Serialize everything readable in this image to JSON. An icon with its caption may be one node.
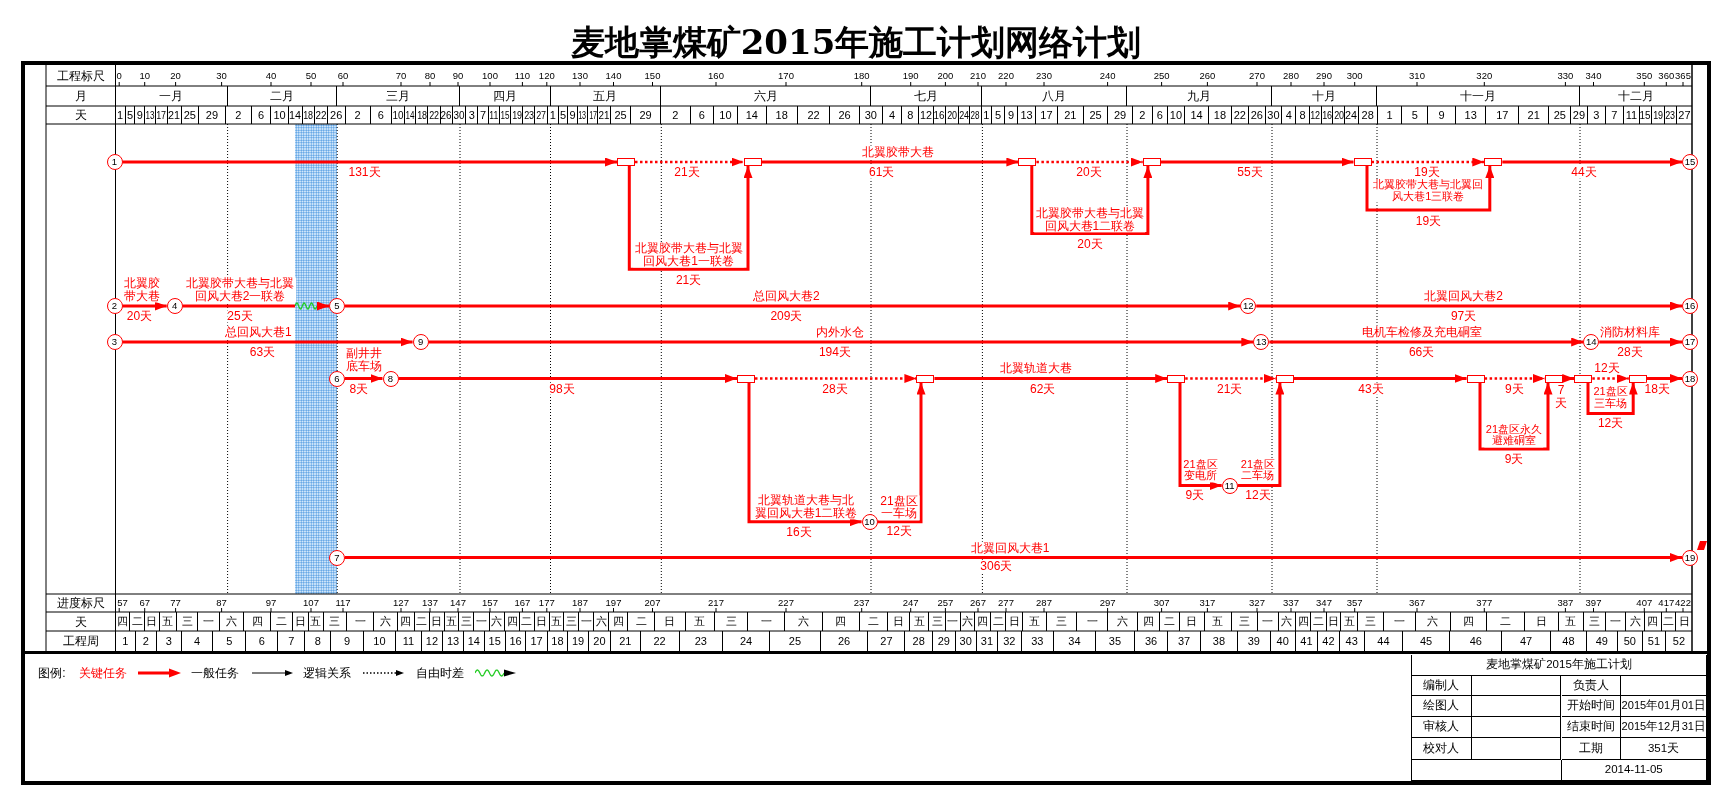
{
  "diagram": {
    "title": "麦地掌煤矿2015年施工计划网络计划",
    "nodes": [
      {
        "text": [
          "1"
        ]
      },
      {
        "text": [
          "2"
        ]
      },
      {
        "text": [
          "3"
        ]
      },
      {
        "text": [
          "4"
        ]
      },
      {
        "text": [
          "5"
        ]
      },
      {
        "text": [
          "6"
        ]
      },
      {
        "text": [
          "7"
        ]
      },
      {
        "text": [
          "8"
        ]
      },
      {
        "text": [
          "9"
        ]
      },
      {
        "text": [
          "10"
        ]
      },
      {
        "text": [
          "11"
        ]
      },
      {
        "text": [
          "12"
        ]
      },
      {
        "text": [
          "13"
        ]
      },
      {
        "text": [
          "14"
        ]
      },
      {
        "text": [
          "15"
        ]
      },
      {
        "text": [
          "16"
        ]
      },
      {
        "text": [
          "17"
        ]
      },
      {
        "text": [
          "18"
        ]
      },
      {
        "text": [
          "19"
        ]
      },
      {
        "text": [],
        "shape": "box"
      },
      {
        "text": [],
        "shape": "box"
      },
      {
        "text": [],
        "shape": "box"
      },
      {
        "text": [],
        "shape": "box"
      },
      {
        "text": [],
        "shape": "box"
      },
      {
        "text": [],
        "shape": "box"
      },
      {
        "text": [],
        "shape": "box"
      },
      {
        "text": [],
        "shape": "box"
      },
      {
        "text": [],
        "shape": "box"
      },
      {
        "text": [],
        "shape": "box"
      },
      {
        "text": [],
        "shape": "box"
      },
      {
        "text": [],
        "shape": "box"
      },
      {
        "text": [],
        "shape": "box"
      },
      {
        "text": [],
        "shape": "box"
      }
    ],
    "edges": [
      {
        "from": 0,
        "to": 19,
        "arrow": "to",
        "label": "131天"
      },
      {
        "from": 19,
        "to": 20,
        "arrow": "to",
        "style": "dashed",
        "label": "21天"
      },
      {
        "from": 19,
        "to": 20,
        "arrow": "to",
        "label": "北翼胶带大巷与北翼回风大巷1一联卷"
      },
      {
        "from": 20,
        "to": 21,
        "arrow": "to",
        "label": "北翼胶带大巷"
      },
      {
        "from": 21,
        "to": 22,
        "arrow": "to",
        "style": "dashed",
        "label": "20天"
      },
      {
        "from": 21,
        "to": 22,
        "arrow": "to",
        "label": "北翼胶带大巷与北翼回风大巷1二联卷"
      },
      {
        "from": 22,
        "to": 23,
        "arrow": "to",
        "label": "55天"
      },
      {
        "from": 23,
        "to": 24,
        "arrow": "to",
        "style": "dashed",
        "label": "19天"
      },
      {
        "from": 23,
        "to": 24,
        "arrow": "to",
        "label": "北翼胶带大巷与北翼回风大巷1三联卷"
      },
      {
        "from": 24,
        "to": 14,
        "arrow": "to",
        "label": "44天"
      },
      {
        "from": 1,
        "to": 3,
        "arrow": "to",
        "label": "北翼胶带大巷"
      },
      {
        "from": 3,
        "to": 4,
        "arrow": "to",
        "label": "北翼胶带大巷与北翼回风大巷2一联卷"
      },
      {
        "from": 4,
        "to": 11,
        "arrow": "to",
        "label": "总回风大巷2"
      },
      {
        "from": 11,
        "to": 15,
        "arrow": "to",
        "label": "北翼回风大巷2"
      },
      {
        "from": 2,
        "to": 8,
        "arrow": "to",
        "label": "总回风大巷1"
      },
      {
        "from": 8,
        "to": 12,
        "arrow": "to",
        "label": "内外水仓"
      },
      {
        "from": 12,
        "to": 13,
        "arrow": "to",
        "label": "电机车检修及充电硐室"
      },
      {
        "from": 13,
        "to": 16,
        "arrow": "to",
        "label": "消防材料库"
      },
      {
        "from": 5,
        "to": 7,
        "arrow": "to",
        "label": "副井井底车场"
      },
      {
        "from": 7,
        "to": 25,
        "arrow": "to",
        "label": "98天"
      },
      {
        "from": 25,
        "to": 26,
        "arrow": "to",
        "style": "dashed",
        "label": "28天"
      },
      {
        "from": 25,
        "to": 9,
        "arrow": "to",
        "label": "北翼轨道大巷与北翼回风大巷1二联卷"
      },
      {
        "from": 9,
        "to": 26,
        "arrow": "to",
        "label": "21盘区一车场"
      },
      {
        "from": 26,
        "to": 27,
        "arrow": "to",
        "label": "北翼轨道大巷"
      },
      {
        "from": 27,
        "to": 28,
        "arrow": "to",
        "style": "dashed",
        "label": "21天"
      },
      {
        "from": 27,
        "to": 10,
        "arrow": "to",
        "label": "21盘区变电所"
      },
      {
        "from": 10,
        "to": 28,
        "arrow": "to",
        "label": "21盘区二车场"
      },
      {
        "from": 28,
        "to": 29,
        "arrow": "to",
        "label": "43天"
      },
      {
        "from": 29,
        "to": 30,
        "arrow": "to",
        "style": "dashed",
        "label": "9天"
      },
      {
        "from": 29,
        "to": 30,
        "arrow": "to",
        "label": "21盘区永久避难硐室"
      },
      {
        "from": 30,
        "to": 31,
        "arrow": "to",
        "label": "7天"
      },
      {
        "from": 31,
        "to": 32,
        "arrow": "to",
        "style": "dashed",
        "label": "12天"
      },
      {
        "from": 31,
        "to": 32,
        "arrow": "to",
        "label": "21盘区三车场"
      },
      {
        "from": 32,
        "to": 17,
        "arrow": "to",
        "label": "18天"
      },
      {
        "from": 6,
        "to": 18,
        "arrow": "to",
        "label": "北翼回风大巷1"
      }
    ],
    "labels": [
      "工程标尺",
      "0",
      "10",
      "20",
      "30",
      "40",
      "50",
      "60",
      "70",
      "80",
      "90",
      "100",
      "110",
      "120",
      "130",
      "140",
      "150",
      "160",
      "170",
      "180",
      "190",
      "200",
      "210",
      "220",
      "230",
      "240",
      "250",
      "260",
      "270",
      "280",
      "290",
      "300",
      "310",
      "320",
      "330",
      "340",
      "350",
      "360",
      "365",
      "月",
      "一月",
      "二月",
      "三月",
      "四月",
      "五月",
      "六月",
      "七月",
      "八月",
      "九月",
      "十月",
      "十一月",
      "十二月",
      "天",
      "1",
      "5",
      "9",
      "13",
      "17",
      "21",
      "25",
      "29",
      "2",
      "6",
      "10",
      "14",
      "18",
      "22",
      "26",
      "2",
      "6",
      "10",
      "14",
      "18",
      "22",
      "26",
      "30",
      "3",
      "7",
      "11",
      "15",
      "19",
      "23",
      "27",
      "1",
      "5",
      "9",
      "13",
      "17",
      "21",
      "25",
      "29",
      "2",
      "6",
      "10",
      "14",
      "18",
      "22",
      "26",
      "30",
      "4",
      "8",
      "12",
      "16",
      "20",
      "24",
      "28",
      "1",
      "5",
      "9",
      "13",
      "17",
      "21",
      "25",
      "29",
      "2",
      "6",
      "10",
      "14",
      "18",
      "22",
      "26",
      "30",
      "4",
      "8",
      "12",
      "16",
      "20",
      "24",
      "28",
      "1",
      "5",
      "9",
      "13",
      "17",
      "21",
      "25",
      "29",
      "3",
      "7",
      "11",
      "15",
      "19",
      "23",
      "27",
      "61天",
      "19天",
      "20天",
      "21天",
      "20天",
      "25天",
      "209天",
      "97天",
      "63天",
      "194天",
      "66天",
      "28天",
      "8天",
      "62天",
      "12天",
      "9天",
      "9天",
      "12天",
      "16天",
      "12天",
      "306天",
      "进度标尺",
      "57",
      "67",
      "77",
      "87",
      "97",
      "107",
      "117",
      "127",
      "137",
      "147",
      "157",
      "167",
      "177",
      "187",
      "197",
      "207",
      "217",
      "227",
      "237",
      "247",
      "257",
      "267",
      "277",
      "287",
      "297",
      "307",
      "317",
      "327",
      "337",
      "347",
      "357",
      "367",
      "377",
      "387",
      "397",
      "407",
      "417",
      "422",
      "天",
      "四",
      "二",
      "日",
      "五",
      "三",
      "一",
      "六",
      "四",
      "二",
      "日",
      "五",
      "三",
      "一",
      "六",
      "四",
      "二",
      "日",
      "五",
      "三",
      "一",
      "六",
      "四",
      "二",
      "日",
      "五",
      "三",
      "一",
      "六",
      "四",
      "二",
      "日",
      "五",
      "三",
      "一",
      "六",
      "四",
      "二",
      "日",
      "五",
      "三",
      "一",
      "六",
      "四",
      "二",
      "日",
      "五",
      "三",
      "一",
      "六",
      "四",
      "二",
      "日",
      "五",
      "三",
      "一",
      "六",
      "四",
      "二",
      "日",
      "五",
      "三",
      "一",
      "六",
      "四",
      "二",
      "日",
      "五",
      "三",
      "一",
      "六",
      "四",
      "二",
      "日",
      "工程周",
      "1",
      "2",
      "3",
      "4",
      "5",
      "6",
      "7",
      "8",
      "9",
      "10",
      "11",
      "12",
      "13",
      "14",
      "15",
      "16",
      "17",
      "18",
      "19",
      "20",
      "21",
      "22",
      "23",
      "24",
      "25",
      "26",
      "27",
      "28",
      "29",
      "30",
      "31",
      "32",
      "33",
      "34",
      "35",
      "36",
      "37",
      "38",
      "39",
      "40",
      "41",
      "42",
      "43",
      "44",
      "45",
      "46",
      "47",
      "48",
      "49",
      "50",
      "51",
      "52",
      "图例:",
      "麦地掌煤矿2015年施工计划",
      "编制人",
      "负责人",
      "绘图人",
      "开始时间",
      "2015年01月01日",
      "审核人",
      "结束时间",
      "2015年12月31日",
      "校对人",
      "工期",
      "351天",
      "2014-11-05"
    ],
    "legend": [
      {
        "text": "关键任务"
      },
      {
        "text": "一般任务"
      },
      {
        "text": "逻辑关系"
      },
      {
        "text": "自由时差"
      }
    ]
  }
}
